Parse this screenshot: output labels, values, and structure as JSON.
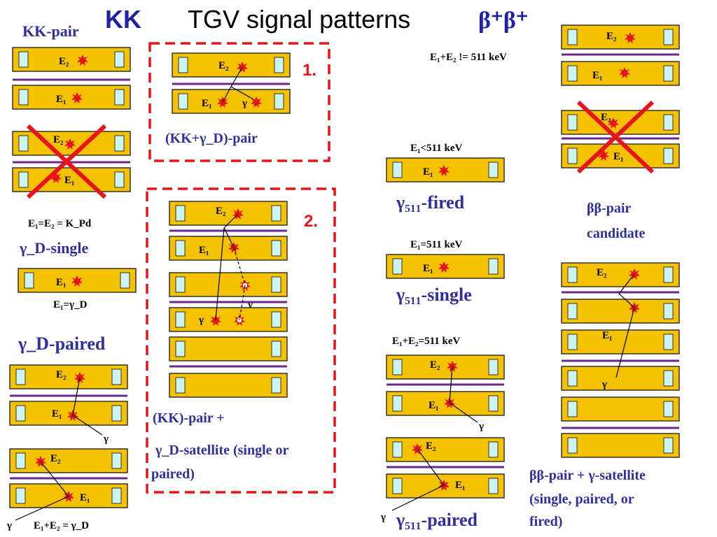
{
  "title": {
    "kk": "KK",
    "main": "TGV signal patterns",
    "bb": "β⁺β⁺"
  },
  "left": {
    "kk_pair": "KK-pair",
    "eq_kpd": "E₁=E₂ = K_Pd",
    "gd_single": "γ_D-single",
    "e1_eq_gd": "E₁=γ_D",
    "gd_paired": "γ_D-paired",
    "sum_eq_gd": "E₁+E₂ = γ_D"
  },
  "mid": {
    "box1_num": "1.",
    "box1_caption": "(KK+γ_D)-pair",
    "box2_num": "2.",
    "box2_caption_1": "(KK)-pair +",
    "box2_caption_2": "γ_D-satellite  (single or",
    "box2_caption_3": "paired)"
  },
  "mid_right": {
    "sum_ne_511": "E₁+E₂ != 511 keV",
    "lt_511": "E₁<511 keV",
    "g511_fired": "γ₅₁₁-fired",
    "eq_511": "E₁=511 keV",
    "g511_single": "γ₅₁₁-single",
    "sum_eq_511": "E₁+E₂=511 keV",
    "g511_paired": "γ₅₁₁-paired"
  },
  "right": {
    "bb_candidate_1": "ββ-pair",
    "bb_candidate_2": "candidate",
    "bb_sat_1": "ββ-pair + γ-satellite",
    "bb_sat_2": "(single, paired, or",
    "bb_sat_3": "fired)"
  },
  "labels": {
    "e1": "E₁",
    "e2": "E₂",
    "gamma": "γ"
  },
  "colors": {
    "detector_fill": "#f5c200",
    "detector_stroke": "#333333",
    "pad_fill": "#ccf4f4",
    "separator": "#6b2a8a",
    "cross": "#e8141c",
    "dashed_box": "#e8141c",
    "star": "#e8141c",
    "text_blue": "#2f2fa0",
    "title_blue": "#1f1fa8"
  },
  "icons": {
    "star": "burst-star-icon",
    "cross": "cross-icon"
  }
}
